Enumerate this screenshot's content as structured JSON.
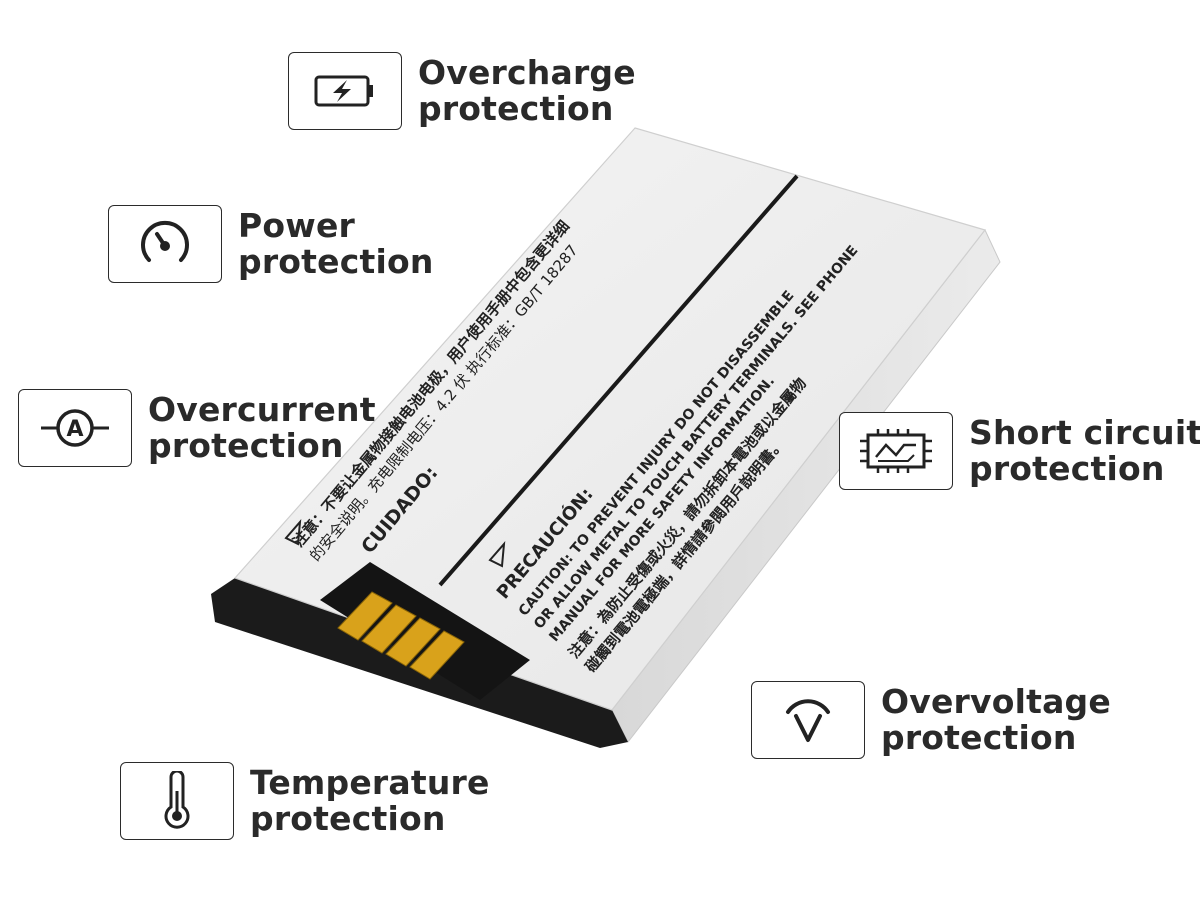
{
  "features": [
    {
      "id": "overcharge",
      "line1": "Overcharge",
      "line2": "protection",
      "icon": "battery-charge-icon"
    },
    {
      "id": "power",
      "line1": "Power",
      "line2": "protection",
      "icon": "power-gauge-icon"
    },
    {
      "id": "overcurrent",
      "line1": "Overcurrent",
      "line2": "protection",
      "icon": "ammeter-icon"
    },
    {
      "id": "temperature",
      "line1": "Temperature",
      "line2": "protection",
      "icon": "thermometer-icon"
    },
    {
      "id": "short_circuit",
      "line1": "Short circuit",
      "line2": "protection",
      "icon": "circuit-board-icon"
    },
    {
      "id": "overvoltage",
      "line1": "Overvoltage",
      "line2": "protection",
      "icon": "voltage-icon"
    }
  ],
  "battery": {
    "label_cn_1": "注意：不要让金属物接触电池电极，用户使用手册中包含更详细",
    "label_cn_2": "的安全说明。充电限制电压：4.2 伏  执行标准：GB/T 18287",
    "label_caution": "CAUTION: TO PREVENT INJURY DO NOT DISASSEMBLE",
    "label_caution_2": "OR ALLOW METAL TO TOUCH BATTERY TERMINALS. SEE PHONE",
    "label_caution_3": "MANUAL FOR MORE SAFETY INFORMATION.",
    "label_precaucion": "PRECAUCIÓN:",
    "label_cuidado": "CUIDADO:",
    "label_cn_3": "注意：為防止受傷或火災，請勿拆卸本電池或以金屬物",
    "label_cn_4": "碰觸到電池電極端，詳情請參閱用戶說明書。"
  },
  "colors": {
    "text": "#2a2a2a",
    "border": "#2b2b2b",
    "contacts": "#d9a21b",
    "battery_body": "#f2f2f2",
    "battery_edge": "#1b1b1b"
  }
}
